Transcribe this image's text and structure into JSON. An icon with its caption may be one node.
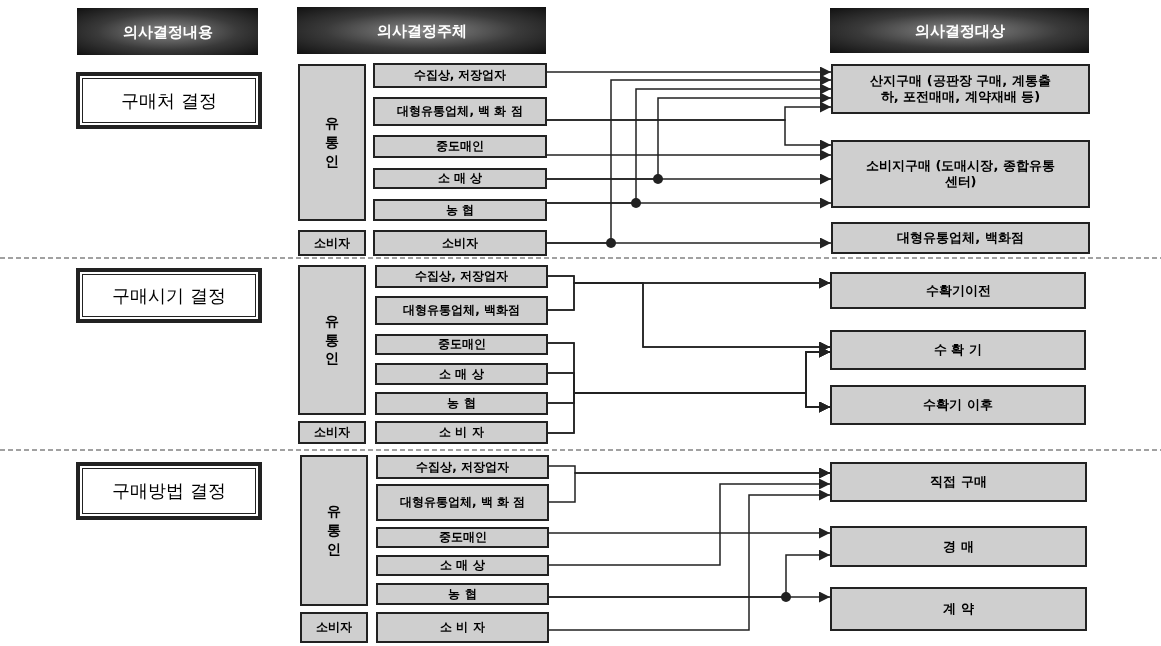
{
  "diagram": {
    "nodes": [
      {
        "text": [
          "의사결정내용"
        ]
      },
      {
        "text": [
          "의사결정주체"
        ]
      },
      {
        "text": [
          "의사결정대상"
        ]
      },
      {
        "text": [
          "구매처 결정"
        ]
      },
      {
        "text": [
          "유통인"
        ]
      },
      {
        "text": [
          "수집상, 저장업자"
        ]
      },
      {
        "text": [
          "대형유통업체, 백 화 점"
        ]
      },
      {
        "text": [
          "중도매인"
        ]
      },
      {
        "text": [
          "소 매 상"
        ]
      },
      {
        "text": [
          "농 협"
        ]
      },
      {
        "text": [
          "소비자"
        ]
      },
      {
        "text": [
          "소비자"
        ]
      },
      {
        "text": [
          "산지구매 (공판장 구매, 계통출하, 포전매매, 계약재배 등)"
        ]
      },
      {
        "text": [
          "소비지구매 (도매시장, 종합유통센터)"
        ]
      },
      {
        "text": [
          "대형유통업체, 백화점"
        ]
      },
      {
        "text": [
          "구매시기 결정"
        ]
      },
      {
        "text": [
          "유통인"
        ]
      },
      {
        "text": [
          "수집상, 저장업자"
        ]
      },
      {
        "text": [
          "대형유통업체, 백화점"
        ]
      },
      {
        "text": [
          "중도매인"
        ]
      },
      {
        "text": [
          "소 매 상"
        ]
      },
      {
        "text": [
          "농 협"
        ]
      },
      {
        "text": [
          "소비자"
        ]
      },
      {
        "text": [
          "소 비 자"
        ]
      },
      {
        "text": [
          "수확기이전"
        ]
      },
      {
        "text": [
          "수 확 기"
        ]
      },
      {
        "text": [
          "수확기 이후"
        ]
      },
      {
        "text": [
          "구매방법 결정"
        ]
      },
      {
        "text": [
          "유통인"
        ]
      },
      {
        "text": [
          "수집상, 저장업자"
        ]
      },
      {
        "text": [
          "대형유통업체, 백 화 점"
        ]
      },
      {
        "text": [
          "중도매인"
        ]
      },
      {
        "text": [
          "소 매 상"
        ]
      },
      {
        "text": [
          "농 협"
        ]
      },
      {
        "text": [
          "소비자"
        ]
      },
      {
        "text": [
          "소 비 자"
        ]
      },
      {
        "text": [
          "직접 구매"
        ]
      },
      {
        "text": [
          "경 매"
        ]
      },
      {
        "text": [
          "계 약"
        ]
      }
    ],
    "edges": [
      {
        "from": 5,
        "to": 12,
        "arrow": "to"
      },
      {
        "from": 6,
        "to": 12,
        "arrow": "to"
      },
      {
        "from": 6,
        "to": 13,
        "arrow": "to"
      },
      {
        "from": 7,
        "to": 13,
        "arrow": "to"
      },
      {
        "from": 8,
        "to": 13,
        "arrow": "to"
      },
      {
        "from": 8,
        "to": 12,
        "arrow": "to"
      },
      {
        "from": 9,
        "to": 13,
        "arrow": "to"
      },
      {
        "from": 9,
        "to": 12,
        "arrow": "to"
      },
      {
        "from": 11,
        "to": 14,
        "arrow": "to"
      },
      {
        "from": 11,
        "to": 12,
        "arrow": "to"
      },
      {
        "from": 17,
        "to": 24,
        "arrow": "to"
      },
      {
        "from": 17,
        "to": 25,
        "arrow": "to"
      },
      {
        "from": 18,
        "to": 24,
        "arrow": "to"
      },
      {
        "from": 18,
        "to": 25,
        "arrow": "to"
      },
      {
        "from": 19,
        "to": 25,
        "arrow": "to"
      },
      {
        "from": 19,
        "to": 26,
        "arrow": "to"
      },
      {
        "from": 20,
        "to": 25,
        "arrow": "to"
      },
      {
        "from": 20,
        "to": 26,
        "arrow": "to"
      },
      {
        "from": 21,
        "to": 25,
        "arrow": "to"
      },
      {
        "from": 21,
        "to": 26,
        "arrow": "to"
      },
      {
        "from": 23,
        "to": 25,
        "arrow": "to"
      },
      {
        "from": 23,
        "to": 26,
        "arrow": "to"
      },
      {
        "from": 29,
        "to": 36,
        "arrow": "to"
      },
      {
        "from": 30,
        "to": 36,
        "arrow": "to"
      },
      {
        "from": 32,
        "to": 36,
        "arrow": "to"
      },
      {
        "from": 35,
        "to": 36,
        "arrow": "to"
      },
      {
        "from": 31,
        "to": 37,
        "arrow": "to"
      },
      {
        "from": 33,
        "to": 38,
        "arrow": "to"
      },
      {
        "from": 33,
        "to": 37,
        "arrow": "to"
      }
    ]
  }
}
